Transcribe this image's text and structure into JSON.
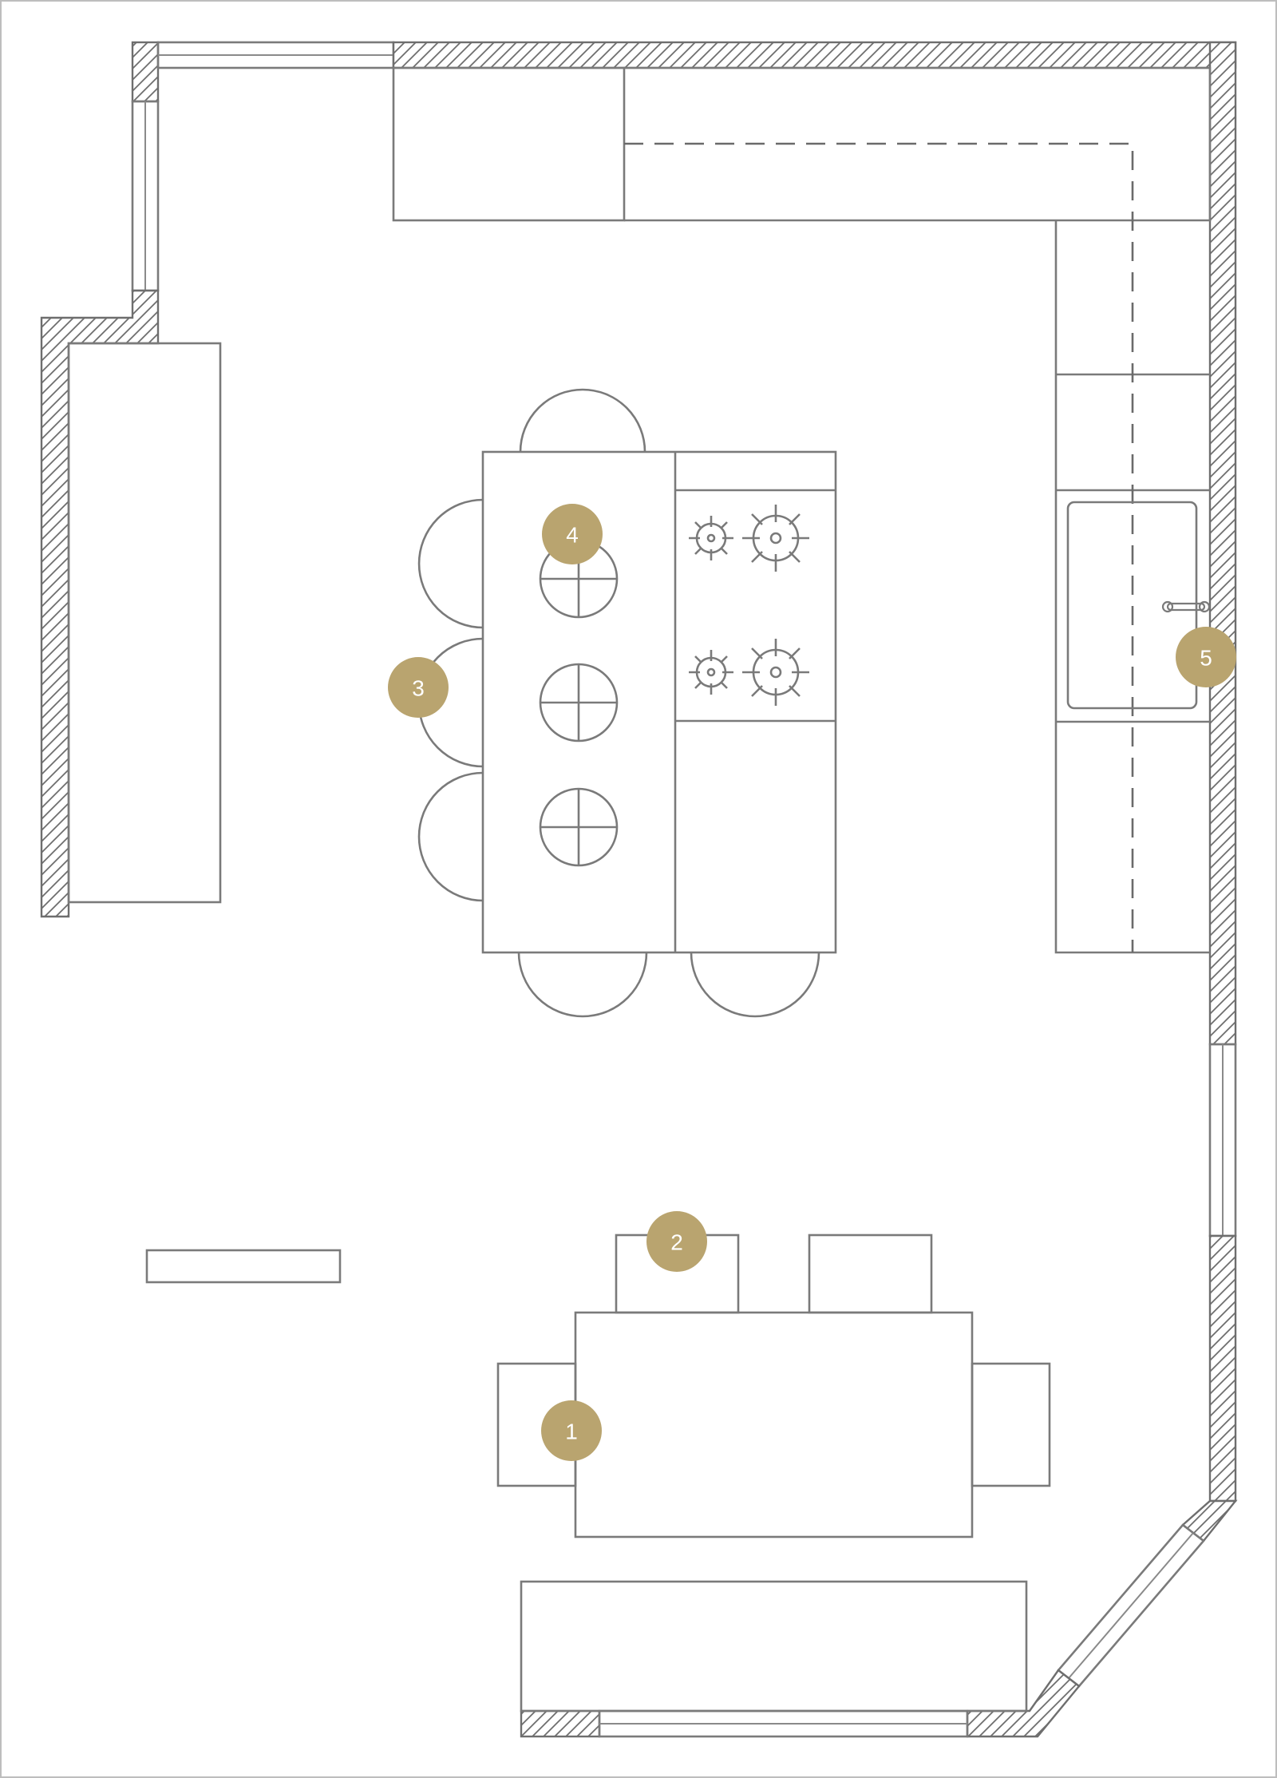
{
  "colors": {
    "line": "#7a7a7a",
    "wall_hatch": "#6e6e6e",
    "marker_fill": "#b9a46f",
    "marker_text": "#ffffff"
  },
  "markers": [
    {
      "label": "1"
    },
    {
      "label": "2"
    },
    {
      "label": "3"
    },
    {
      "label": "4"
    },
    {
      "label": "5"
    }
  ]
}
